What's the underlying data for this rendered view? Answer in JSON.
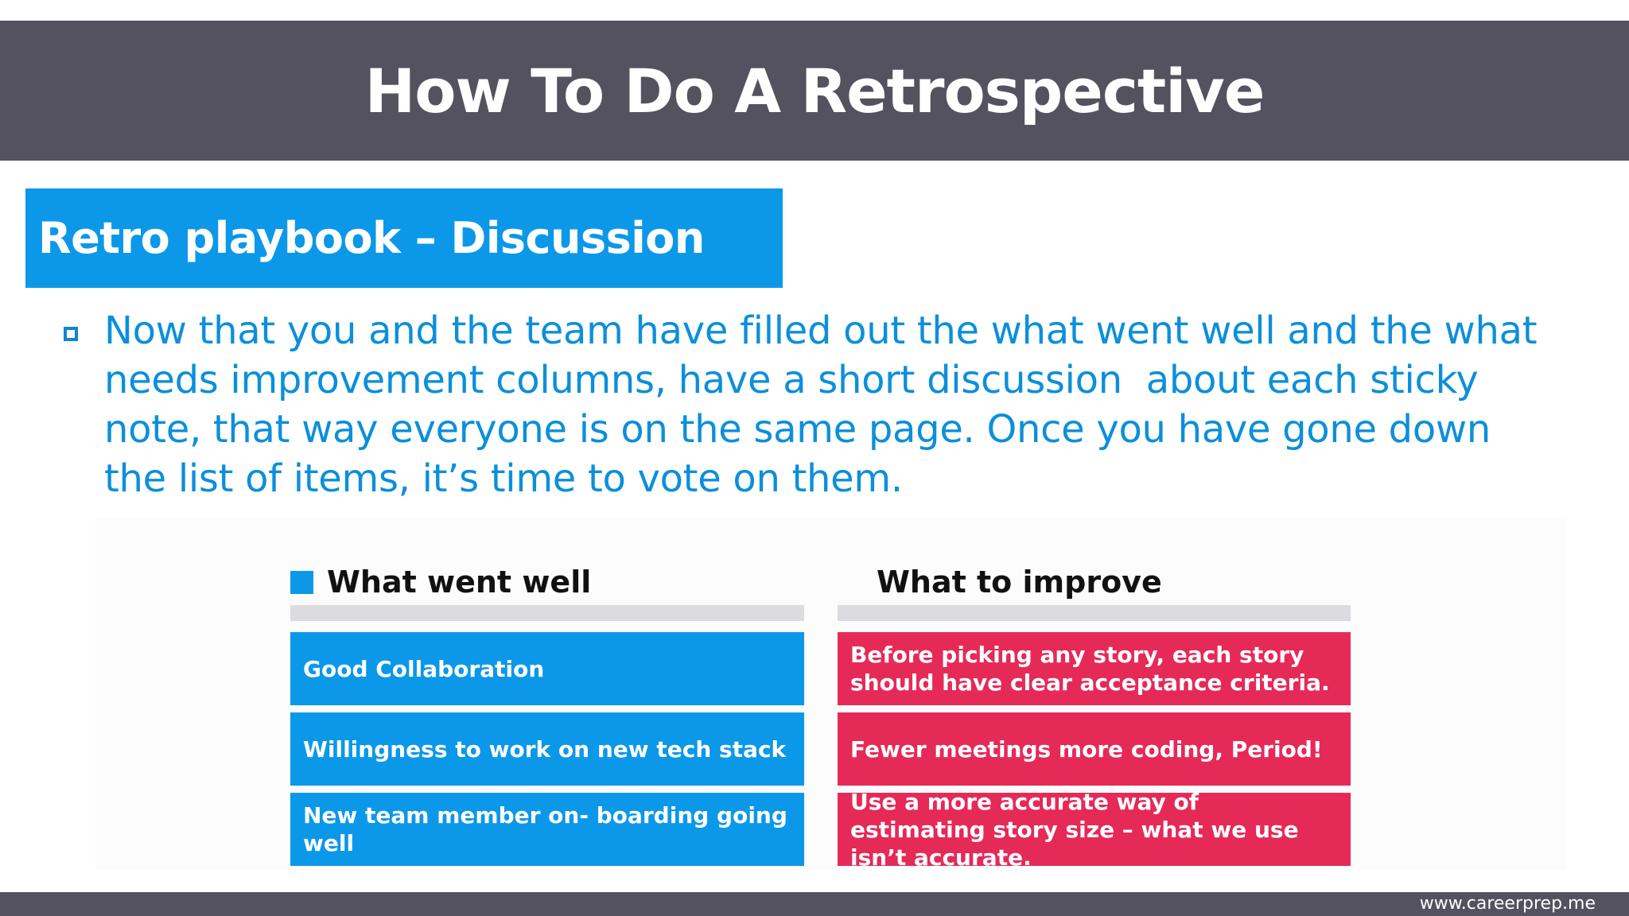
{
  "slide": {
    "title": "How To Do A Retrospective",
    "section_heading": "Retro playbook – Discussion",
    "bullet_text": "Now that you and the team have filled out the what went well and the what needs improvement columns, have a short discussion  about each sticky note, that way everyone is on the same page. Once you have gone down the list of items, it’s time to vote on them."
  },
  "board": {
    "went_well": {
      "heading": "What went well",
      "items": [
        "Good Collaboration",
        "Willingness to work on new tech stack",
        "New team member on- boarding going well"
      ]
    },
    "to_improve": {
      "heading": "What to improve",
      "items": [
        "Before picking any story, each story should have clear acceptance criteria.",
        "Fewer meetings more coding, Period!",
        "Use a more accurate way of estimating story size – what we use isn’t accurate."
      ]
    }
  },
  "footer": {
    "url": "www.careerprep.me"
  },
  "colors": {
    "title_bar": "#53525e",
    "accent_blue": "#0c98e8",
    "text_blue": "#0c8fdb",
    "accent_red": "#e52a58",
    "divider_grey": "#dcdbdf"
  },
  "icons": {
    "bullet": "hollow-square-bullet-icon",
    "legend": "blue-square-legend-icon"
  }
}
